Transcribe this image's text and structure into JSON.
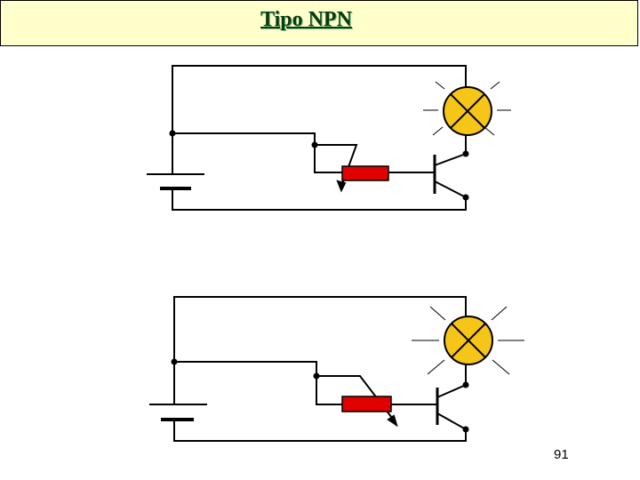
{
  "header": {
    "title": "Tipo NPN"
  },
  "footer": {
    "page_number": "91"
  },
  "colors": {
    "title_background": "#ffffcc",
    "lamp_fill": "#f5c518",
    "resistor_fill": "#e00000",
    "wire": "#000000"
  },
  "circuits": [
    {
      "name": "npn-circuit-top",
      "lamp_rays": "short",
      "resistor_arrow": "left"
    },
    {
      "name": "npn-circuit-bottom",
      "lamp_rays": "long",
      "resistor_arrow": "right"
    }
  ]
}
